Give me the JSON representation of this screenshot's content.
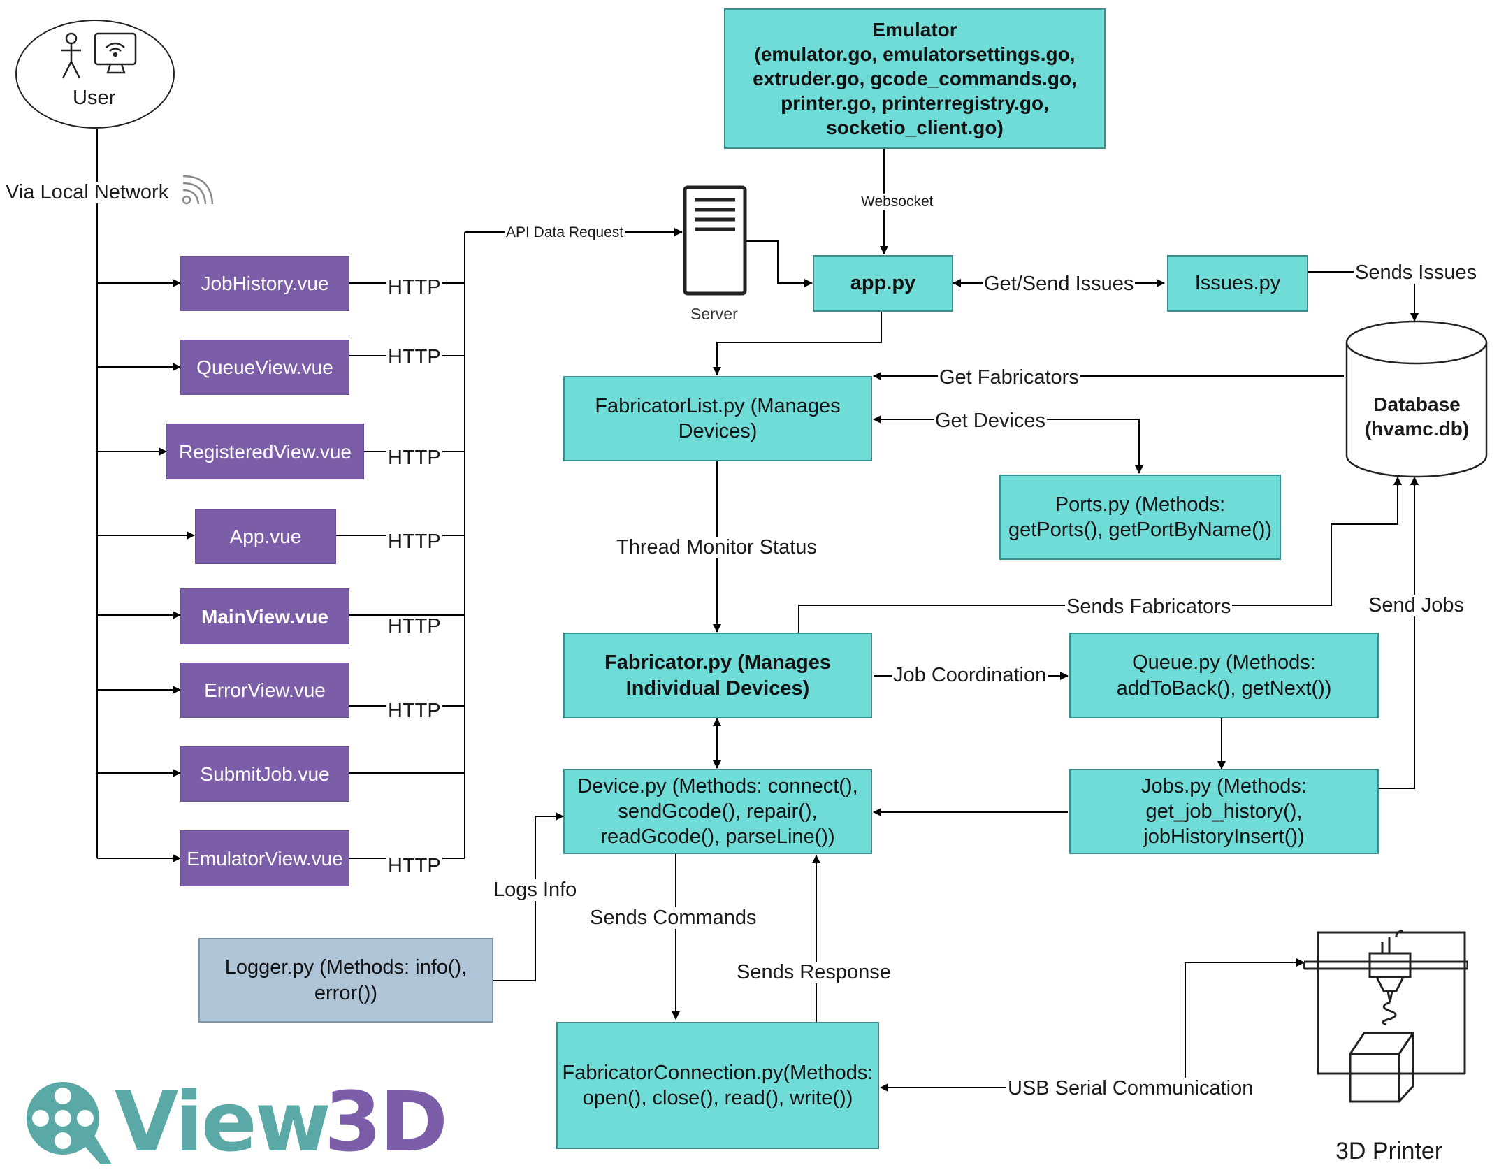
{
  "user": {
    "label": "User",
    "icon_name": "user-computer-icon"
  },
  "network_label": "Via Local Network",
  "network_icon": "wifi-signal-icon",
  "vue_files": [
    {
      "label": "JobHistory.vue",
      "http": "HTTP"
    },
    {
      "label": "QueueView.vue",
      "http": "HTTP"
    },
    {
      "label": "RegisteredView.vue",
      "http": "HTTP"
    },
    {
      "label": "App.vue",
      "http": "HTTP"
    },
    {
      "label": "MainView.vue",
      "http": "HTTP"
    },
    {
      "label": "ErrorView.vue",
      "http": "HTTP"
    },
    {
      "label": "SubmitJob.vue",
      "http": ""
    },
    {
      "label": "EmulatorView.vue",
      "http": "HTTP"
    }
  ],
  "api_request_label": "API Data Request",
  "server": {
    "label": "Server",
    "icon_name": "server-icon"
  },
  "emulator": {
    "title": "Emulator",
    "files": "(emulator.go, emulatorsettings.go,\nextruder.go, gcode_commands.go,\nprinter.go, printerregistry.go,\nsocketio_client.go)"
  },
  "websocket_label": "Websocket",
  "app_py": "app.py",
  "get_send_issues_label": "Get/Send Issues",
  "issues_py": "Issues.py",
  "sends_issues_label": "Sends Issues",
  "database": {
    "label": "Database\n(hvamc.db)",
    "icon_name": "database-cylinder-icon"
  },
  "get_fabricators_label": "Get Fabricators",
  "get_devices_label": "Get Devices",
  "fabricator_list": "FabricatorList.py (Manages\nDevices)",
  "ports_py": "Ports.py (Methods:\ngetPorts(), getPortByName())",
  "thread_monitor_label": "Thread Monitor Status",
  "sends_fabricators_label": "Sends Fabricators",
  "send_jobs_label": "Send Jobs",
  "fabricator_py": "Fabricator.py (Manages\nIndividual Devices)",
  "job_coordination_label": "Job Coordination",
  "queue_py": "Queue.py (Methods:\naddToBack(), getNext())",
  "jobs_py": "Jobs.py (Methods:\nget_job_history(),\njobHistoryInsert())",
  "device_py": "Device.py (Methods: connect(),\nsendGcode(), repair(),\nreadGcode(), parseLine())",
  "logs_info_label": "Logs Info",
  "logger_py": "Logger.py (Methods: info(),\nerror())",
  "sends_commands_label": "Sends Commands",
  "sends_response_label": "Sends Response",
  "fabricator_connection": "FabricatorConnection.py(Methods:\nopen(), close(), read(), write())",
  "usb_label": "USB Serial Communication",
  "printer": {
    "label": "3D Printer",
    "icon_name": "3d-printer-icon"
  },
  "logo": {
    "text_a": "View",
    "text_b": "3D",
    "icon_name": "film-reel-q-logo-icon"
  },
  "colors": {
    "teal_box": "#6fdcd8",
    "purple_box": "#7b5ea7",
    "logger_box": "#b0c4d8",
    "logo_teal": "#5aa9a6",
    "logo_purple": "#7b5ea7"
  }
}
